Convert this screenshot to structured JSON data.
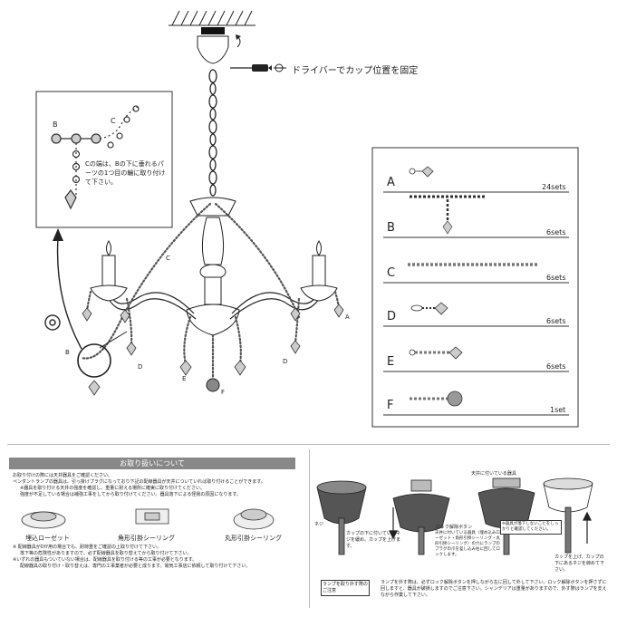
{
  "driver_note": "ドライバーでカップ位置を固定",
  "inset": {
    "label_b": "B",
    "label_c": "C",
    "note": "Cの端は、Bの下に垂れるパーツの1つ目の輪に取り付けて下さい。"
  },
  "chandelier_labels": {
    "a": "A",
    "b": "B",
    "c": "C",
    "d_left": "D",
    "d_right": "D",
    "e": "E",
    "f": "F"
  },
  "parts": [
    {
      "letter": "A",
      "qty": "24sets"
    },
    {
      "letter": "B",
      "qty": "6sets"
    },
    {
      "letter": "C",
      "qty": "6sets"
    },
    {
      "letter": "D",
      "qty": "6sets"
    },
    {
      "letter": "E",
      "qty": "6sets"
    },
    {
      "letter": "F",
      "qty": "1set"
    }
  ],
  "handling": {
    "header": "お取り扱いについて",
    "intro_lines": [
      "お取り付けの際には天井器具をご確認ください。",
      "ペンダントランプの器具は、引っ掛けプラグになっており下記の配線器具が天井についていれば取り付けることができます。",
      "※器具を取り付ける天井の強度を確認し、重量に耐える場所に確実に取り付けてください。",
      "強度が不足している場合は補強工事をしてから取り付けてください。器具落下による怪我の原因になります。"
    ],
    "ceiling_fixtures": [
      "埋込ローゼット",
      "角形引掛シーリング",
      "丸形引掛シーリング"
    ],
    "note_lines": [
      "※ 配線器具がDIY用の場合でも、耐荷重をご確認の上取り付けて下さい。",
      "落下等の危険性がありますので、必ず配線器具を取り替えてから取り付けて下さい。",
      "※いずれの器具もついていない場合は、配線器具を取り付ける等の工事が必要となります。",
      "配線器具の取り付け・取り替えは、専門の工事業者が必要と成ります。電気工事店に依頼して取り付けて下さい。"
    ]
  },
  "install": {
    "screw_label": "ネジ",
    "cup_note": "カップの下に付いているネジを緩め、カップを上げます。",
    "cup_top_label": "天井に付いている器具",
    "lock_button_label": "ロック解除ボタン",
    "ceiling_note": "天井に付いている器具（埋め込みローゼット・角形引掛シーリング・丸形引掛シーリング）の穴にランプのプラグの爪を差し込み右に回してロックします。",
    "warning": "※器具が落下しないことをしっかりと確認してください。",
    "final_note": "カップを上げ、カップの下にあるネジを締めて下さい。",
    "lamp_label": "ランプを取り外す際のご注意",
    "remove_note": "ランプを外す際は、必ずロック解除ボタンを押しながら左に回して外して下さい。ロック解除ボタンを押さずに回しますと、器具が破損しますのでご注意下さい。シャンデリアは重量がありますので、外す際はランプを支えながら作業して下さい。"
  }
}
